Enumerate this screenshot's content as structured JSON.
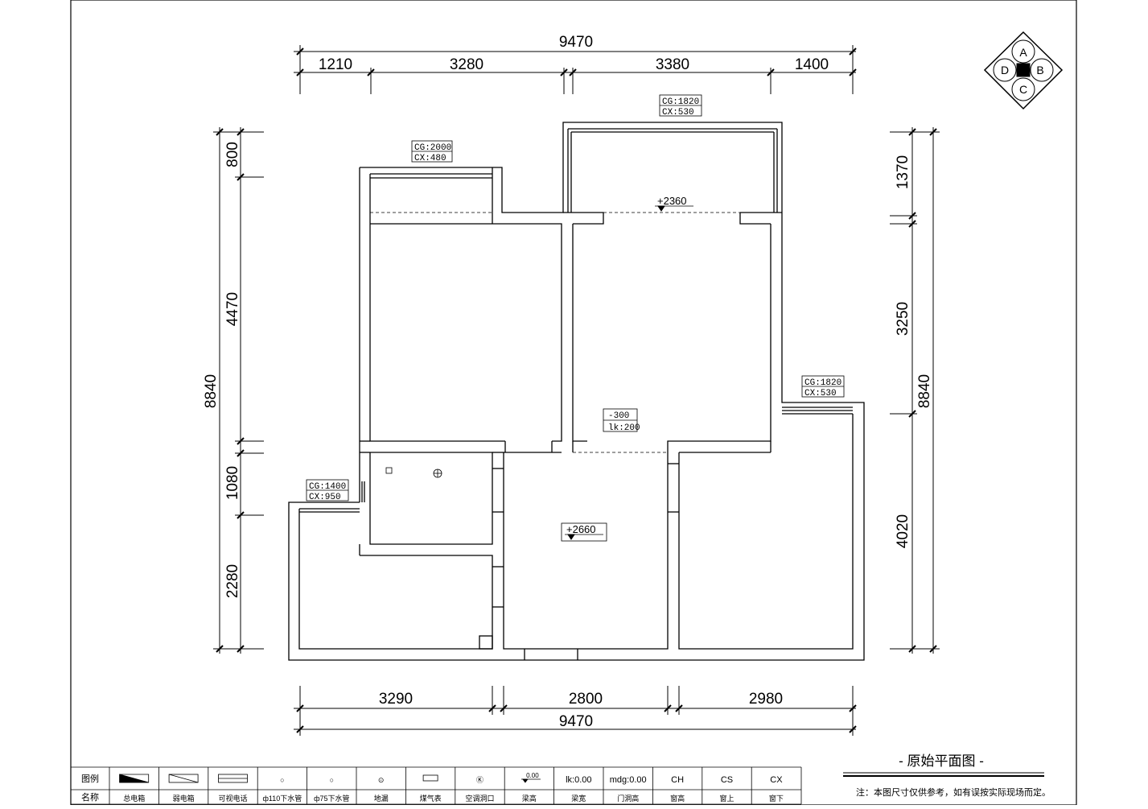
{
  "title": "- 原始平面图 -",
  "note": "注：本图尺寸仅供参考，如有误按实际现场而定。",
  "compass": {
    "a": "A",
    "b": "B",
    "c": "C",
    "d": "D"
  },
  "dimensions": {
    "top_total": "9470",
    "top_segments": [
      "1210",
      "3280",
      "3380",
      "1400"
    ],
    "bottom_segments": [
      "3290",
      "2800",
      "2980"
    ],
    "bottom_total": "9470",
    "left_total": "8840",
    "left_segments": [
      "800",
      "4470",
      "1080",
      "2280"
    ],
    "right_total": "8840",
    "right_segments": [
      "1370",
      "3250",
      "4020"
    ]
  },
  "window_tags": [
    {
      "cg": "CG:2000",
      "cx": "CX:480"
    },
    {
      "cg": "CG:1820",
      "cx": "CX:530"
    },
    {
      "cg": "CG:1820",
      "cx": "CX:530"
    },
    {
      "cg": "CG:1400",
      "cx": "CX:950"
    }
  ],
  "beam_tag": {
    "height": "-300",
    "width": "lk:200"
  },
  "elevations": [
    "+2360",
    "+2660"
  ],
  "legend": {
    "row_label_1": "图例",
    "row_label_2": "名称",
    "symbols": [
      "",
      "",
      "",
      "○",
      "○",
      "⊙",
      "",
      "Ⓚ",
      "0.00",
      "lk:0.00",
      "mdg:0.00",
      "CH",
      "CS",
      "CX"
    ],
    "names": [
      "总电箱",
      "弱电箱",
      "可视电话",
      "ф110下水管",
      "ф75下水管",
      "地漏",
      "煤气表",
      "空调洞口",
      "梁高",
      "梁宽",
      "门洞高",
      "窗高",
      "窗上",
      "窗下"
    ]
  }
}
